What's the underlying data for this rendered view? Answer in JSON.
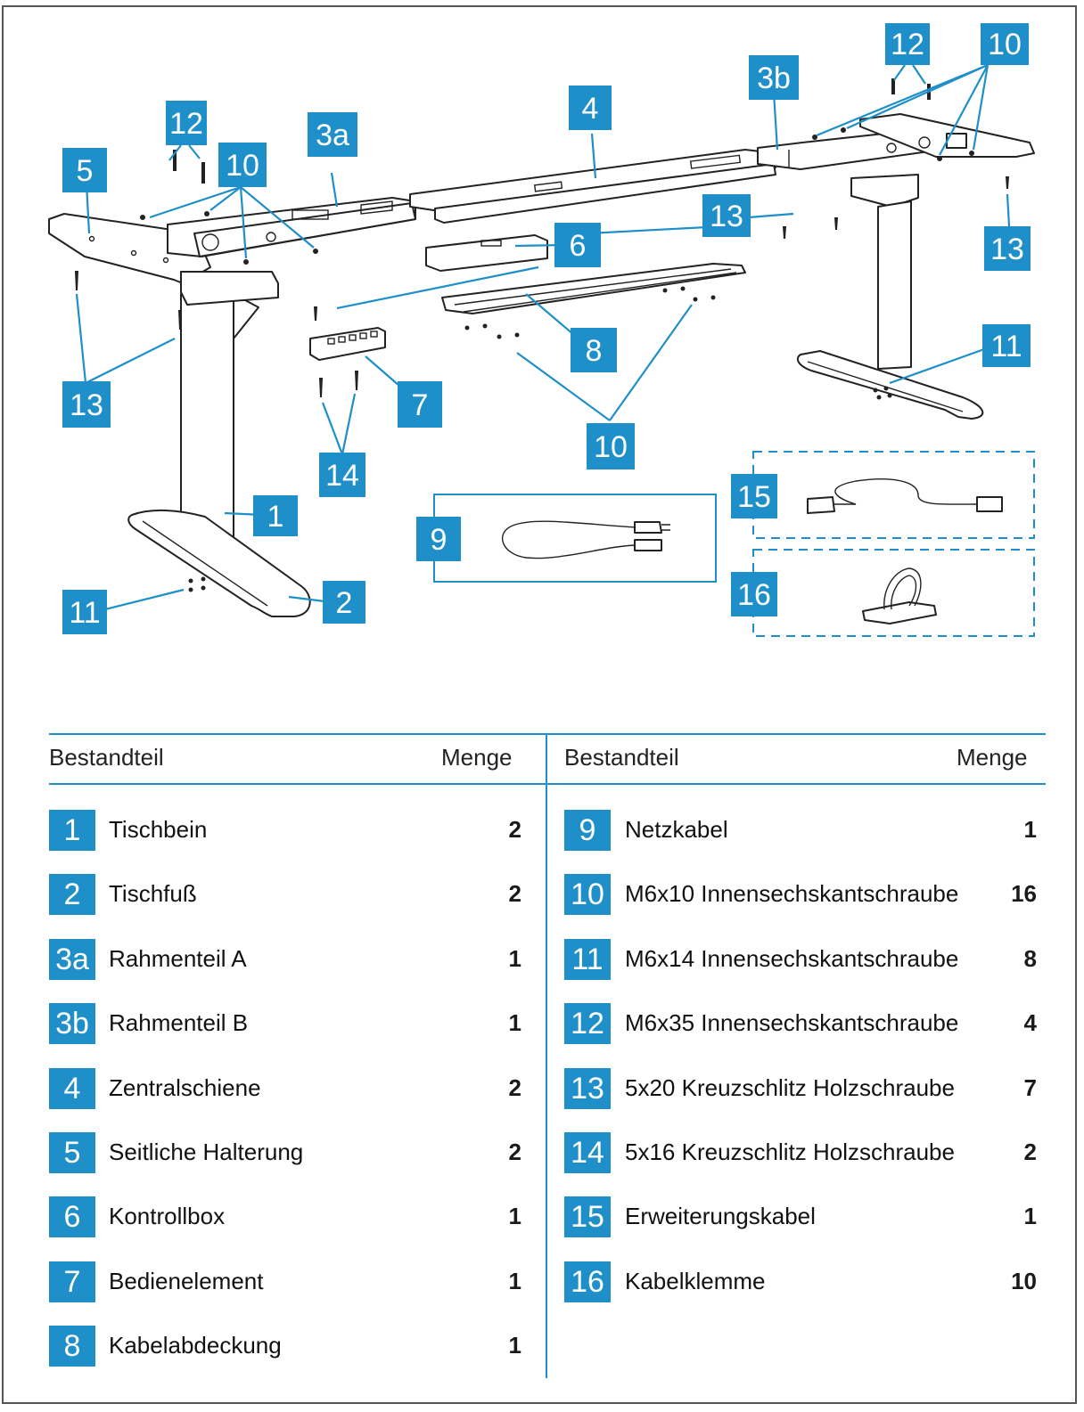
{
  "callouts": {
    "c1": "1",
    "c2": "2",
    "c3a": "3a",
    "c3b": "3b",
    "c4": "4",
    "c5": "5",
    "c6": "6",
    "c7": "7",
    "c8": "8",
    "c9": "9",
    "c10a": "10",
    "c10b": "10",
    "c10c": "10",
    "c11a": "11",
    "c11b": "11",
    "c12a": "12",
    "c12b": "12",
    "c13a": "13",
    "c13b": "13",
    "c13c": "13",
    "c14": "14",
    "c15": "15",
    "c16": "16"
  },
  "table": {
    "col_header_part": "Bestandteil",
    "col_header_qty": "Menge",
    "left": [
      {
        "num": "1",
        "name": "Tischbein",
        "qty": "2"
      },
      {
        "num": "2",
        "name": "Tischfuß",
        "qty": "2"
      },
      {
        "num": "3a",
        "name": "Rahmenteil A",
        "qty": "1"
      },
      {
        "num": "3b",
        "name": "Rahmenteil B",
        "qty": "1"
      },
      {
        "num": "4",
        "name": "Zentralschiene",
        "qty": "2"
      },
      {
        "num": "5",
        "name": "Seitliche Halterung",
        "qty": "2"
      },
      {
        "num": "6",
        "name": "Kontrollbox",
        "qty": "1"
      },
      {
        "num": "7",
        "name": "Bedienelement",
        "qty": "1"
      },
      {
        "num": "8",
        "name": "Kabelabdeckung",
        "qty": "1"
      }
    ],
    "right": [
      {
        "num": "9",
        "name": "Netzkabel",
        "qty": "1"
      },
      {
        "num": "10",
        "name": "M6x10 Innensechskantschraube",
        "qty": "16"
      },
      {
        "num": "11",
        "name": "M6x14 Innensechskantschraube",
        "qty": "8"
      },
      {
        "num": "12",
        "name": "M6x35 Innensechskantschraube",
        "qty": "4"
      },
      {
        "num": "13",
        "name": "5x20 Kreuzschlitz Holzschraube",
        "qty": "7"
      },
      {
        "num": "14",
        "name": "5x16 Kreuzschlitz Holzschraube",
        "qty": "2"
      },
      {
        "num": "15",
        "name": "Erweiterungskabel",
        "qty": "1"
      },
      {
        "num": "16",
        "name": "Kabelklemme",
        "qty": "10"
      }
    ]
  },
  "colors": {
    "accent": "#1e8fc8",
    "line": "#222222"
  }
}
